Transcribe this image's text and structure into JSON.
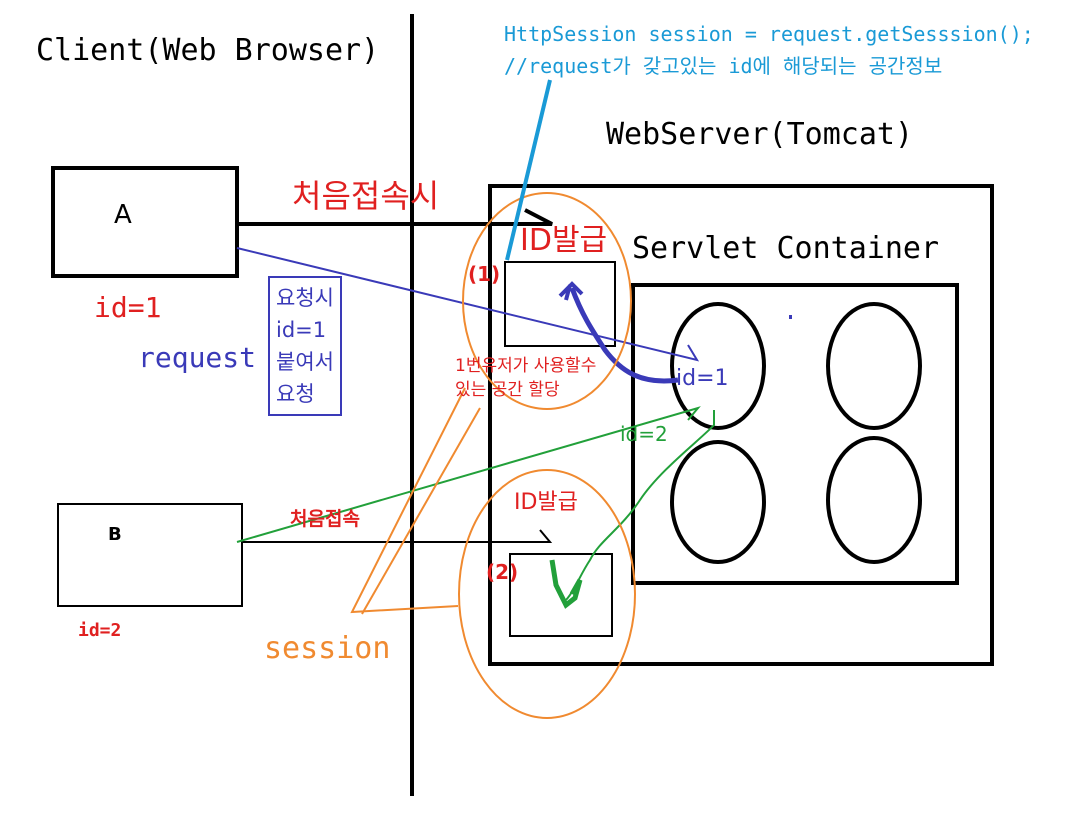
{
  "client_title": "Client(Web Browser)",
  "server_title": "WebServer(Tomcat)",
  "container_title": "Servlet Container",
  "code_line1": "HttpSession session = request.getSesssion();",
  "code_line2": "//request가 갖고있는 id에 해당되는 공간정보",
  "box_a_label": "A",
  "box_b_label": "B",
  "id_a": "id=1",
  "id_b": "id=2",
  "first_access_a": "처음접속시",
  "first_access_b": "처음접속",
  "request_label": "request",
  "request_note": [
    "요청시",
    "id=1",
    "붙여서",
    "요청"
  ],
  "issue_id_1": "ID발급",
  "issue_id_2": "ID발급",
  "marker_1": "(1)",
  "marker_2": "(2)",
  "user1_note_line1": "1번유저가 사용할수",
  "user1_note_line2": "있는 공간 할당",
  "id1_in_container": "id=1",
  "id2_in_container": "id=2",
  "session_label": "session",
  "colors": {
    "black": "#000000",
    "red": "#e02020",
    "blue": "#3a3ab8",
    "green": "#22a03a",
    "orange": "#f08a30",
    "cyan": "#1a9ad6"
  }
}
